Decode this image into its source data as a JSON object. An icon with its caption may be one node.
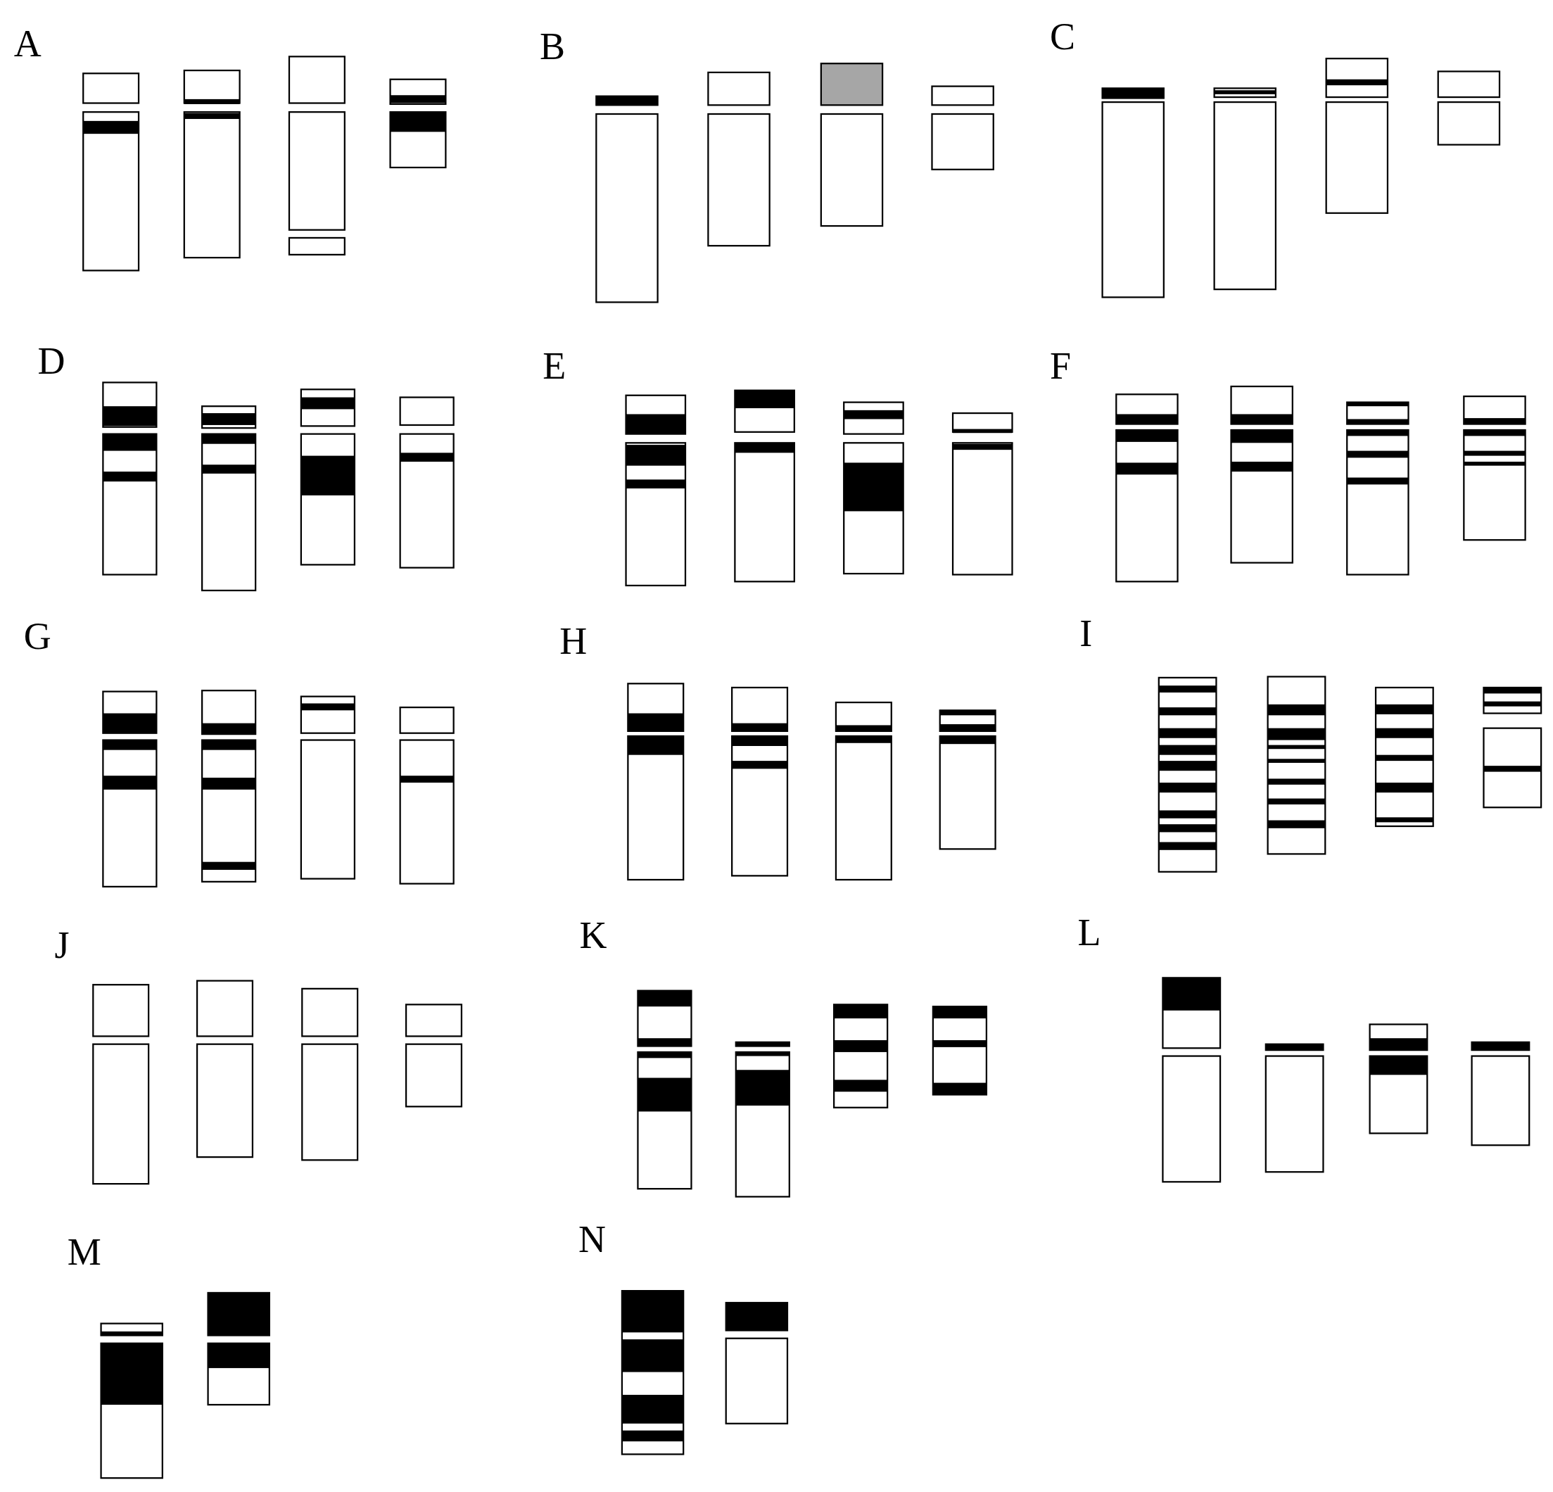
{
  "diagram": {
    "labels": [
      "A",
      "B",
      "C",
      "D",
      "E",
      "F",
      "G",
      "H",
      "I",
      "J",
      "K",
      "L",
      "M",
      "N"
    ]
  }
}
